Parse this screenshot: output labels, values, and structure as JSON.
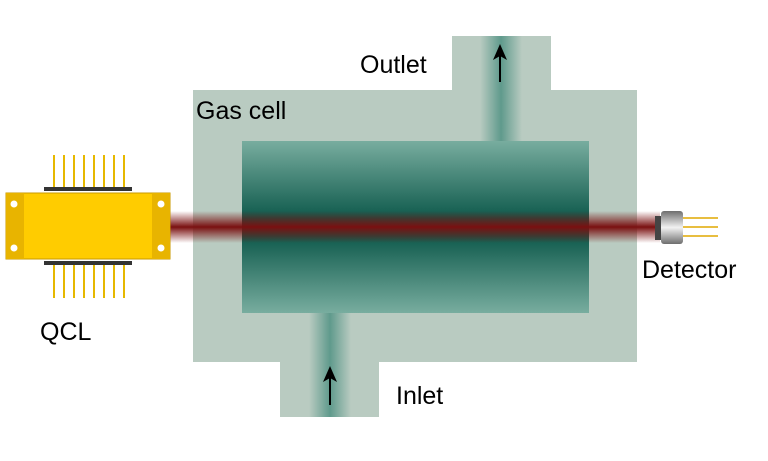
{
  "labels": {
    "outlet": "Outlet",
    "gas_cell": "Gas cell",
    "qcl": "QCL",
    "detector": "Detector",
    "inlet": "Inlet"
  },
  "colors": {
    "cell_body": "#b9cbc1",
    "chamber_dark": "#0f5a4c",
    "chamber_light": "#73aa9c",
    "beam": "#7a1010",
    "qcl_body": "#ffcc00",
    "qcl_edge": "#c99a00",
    "qcl_pin": "#e6b800",
    "detector_body": "#9a9a9a",
    "detector_pin": "#e0a800",
    "flow_arrow": "#000000"
  },
  "icons": {
    "laser": "qcl-laser-icon",
    "detector": "detector-icon",
    "flow_in": "arrow-up-icon",
    "flow_out": "arrow-up-icon"
  }
}
